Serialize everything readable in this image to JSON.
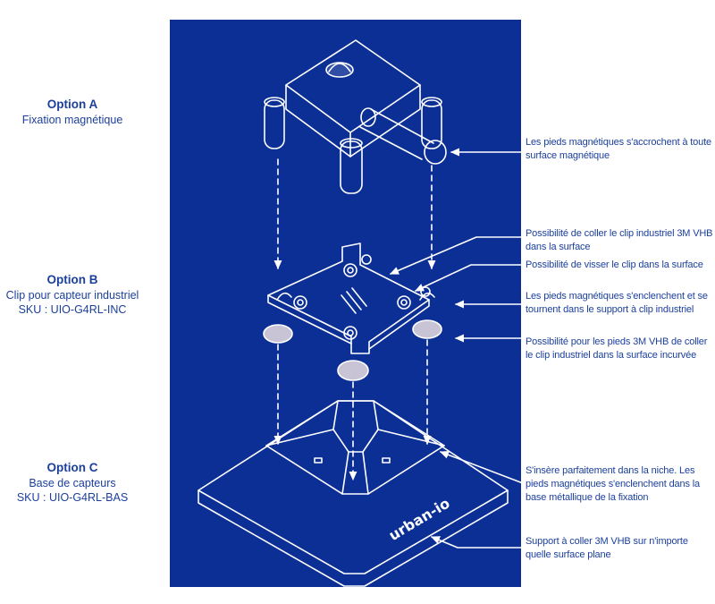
{
  "options": [
    {
      "title": "Option A",
      "subtitle": "Fixation magnétique",
      "sku": ""
    },
    {
      "title": "Option B",
      "subtitle": "Clip pour capteur industriel",
      "sku": "SKU : UIO-G4RL-INC"
    },
    {
      "title": "Option C",
      "subtitle": "Base de capteurs",
      "sku": "SKU : UIO-G4RL-BAS"
    }
  ],
  "annotations": [
    "Les pieds magnétiques s'accrochent à toute surface magnétique",
    "Possibilité de coller le clip industriel 3M VHB dans la surface",
    "Possibilité de visser le clip dans la surface",
    "Les pieds magnétiques s'enclenchent et se tournent dans le support à clip industriel",
    "Possibilité pour les pieds 3M VHB de coller le clip industriel dans la surface incurvée",
    "S'insère parfaitement dans la niche. Les pieds magnétiques s'enclenchent dans la base métallique de la fixation",
    "Support à coller 3M VHB sur  n'importe quelle surface plane"
  ],
  "brand_logo": "urban-io",
  "colors": {
    "panel": "#0c2f96",
    "text": "#1b3f9c",
    "line": "#ffffff",
    "pad": "#c9c3d6"
  }
}
